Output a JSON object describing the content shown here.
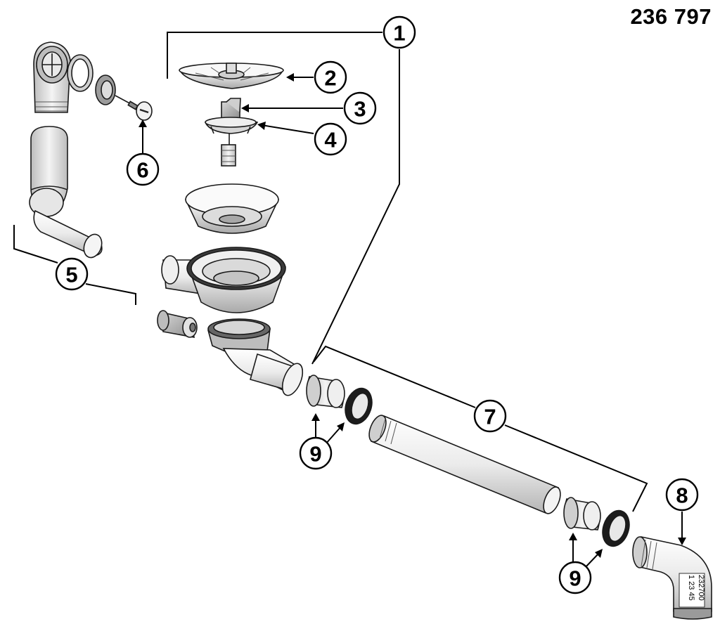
{
  "document_number": "236 797",
  "callouts": [
    "1",
    "2",
    "3",
    "4",
    "5",
    "6",
    "7",
    "8",
    "9",
    "9"
  ],
  "elbow_label": {
    "line1": "232700",
    "line2": "1 23 45"
  }
}
